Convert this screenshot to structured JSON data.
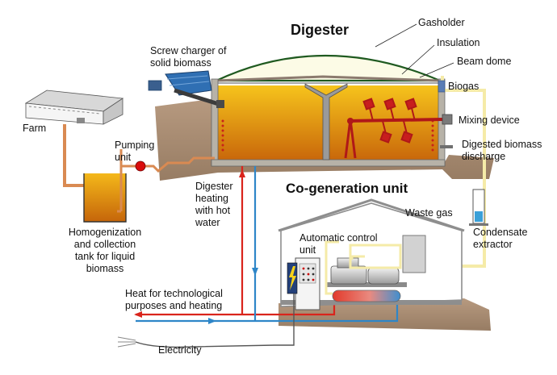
{
  "titles": {
    "digester": "Digester",
    "cogeneration": "Co-generation unit"
  },
  "labels": {
    "gasholder": "Gasholder",
    "insulation": "Insulation",
    "beam_dome": "Beam dome",
    "biogas": "Biogas",
    "mixing_device": "Mixing device",
    "digested_line1": "Digested biomass",
    "digested_line2": "discharge",
    "screw_line1": "Screw charger of",
    "screw_line2": "solid biomass",
    "farm": "Farm",
    "pumping_line1": "Pumping",
    "pumping_line2": "unit",
    "heating_line1": "Digester",
    "heating_line2": "heating",
    "heating_line3": "with hot",
    "heating_line4": "water",
    "homog_line1": "Homogenization",
    "homog_line2": "and collection",
    "homog_line3": "tank for liquid",
    "homog_line4": "biomass",
    "waste_gas": "Waste gas",
    "condensate_line1": "Condensate",
    "condensate_line2": "extractor",
    "control_line1": "Automatic control",
    "control_line2": "unit",
    "heat_line1": "Heat for technological",
    "heat_line2": "purposes and heating",
    "electricity": "Electricity"
  },
  "colors": {
    "biomass_top": "#f2b705",
    "biomass_bottom": "#c96a08",
    "ground": "#a88d72",
    "dome": "#fcfbe6",
    "gas_line": "#f5eba8",
    "hot_water": "#d9241c",
    "cold_water": "#2e86c8",
    "biomass_pipe": "#d98a52",
    "screw_charger": "#2f6fb3"
  }
}
